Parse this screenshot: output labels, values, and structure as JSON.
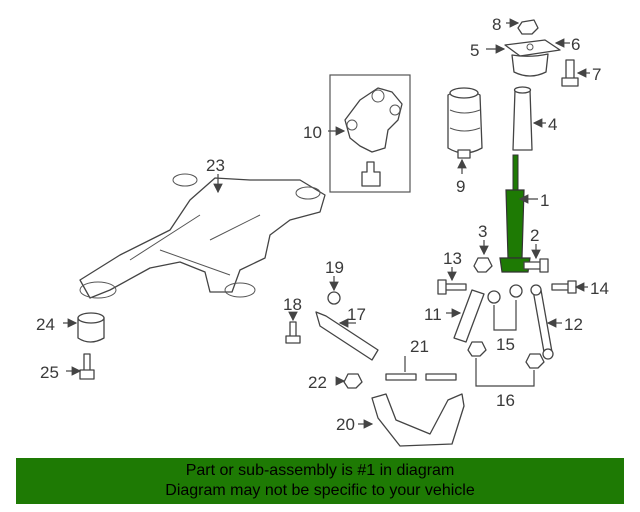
{
  "diagram": {
    "callouts": [
      "1",
      "2",
      "3",
      "4",
      "5",
      "6",
      "7",
      "8",
      "9",
      "10",
      "11",
      "12",
      "13",
      "14",
      "15",
      "16",
      "17",
      "18",
      "19",
      "20",
      "21",
      "22",
      "23",
      "24",
      "25"
    ],
    "highlight_color": "#1e7a04"
  },
  "banner": {
    "line1": "Part or sub-assembly is #1 in diagram",
    "line2": "Diagram may not be specific to your vehicle",
    "background": "#1e7a04"
  }
}
